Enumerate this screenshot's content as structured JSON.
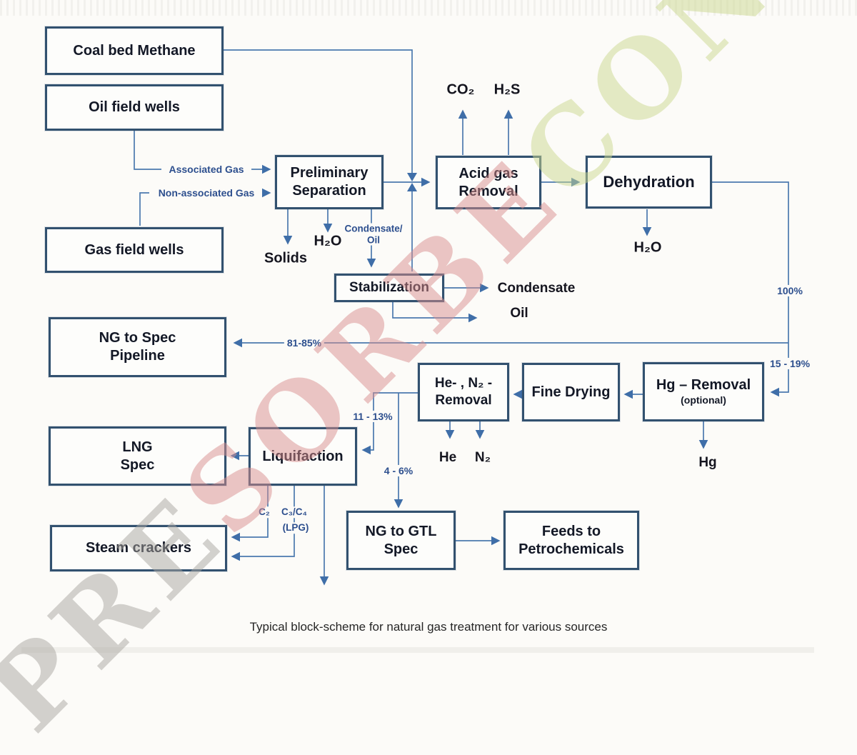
{
  "caption": "Typical block-scheme for natural gas treatment for various sources",
  "watermark": {
    "pre": "PRE",
    "sorbe": "SORBE",
    "con": "CON"
  },
  "colors": {
    "box_border": "#32516f",
    "line": "#4b79ae",
    "flow_label": "#2d4f8e",
    "chem_label": "#15151f",
    "watermark_grey": "#a9a6a1",
    "watermark_red": "#d98f8f",
    "watermark_green": "#ccd98f"
  },
  "boxes": {
    "coal_bed_methane": "Coal bed Methane",
    "oil_field_wells": "Oil field wells",
    "gas_field_wells": "Gas field wells",
    "preliminary_separation": "Preliminary\nSeparation",
    "acid_gas_removal": "Acid gas\nRemoval",
    "dehydration": "Dehydration",
    "stabilization": "Stabilization",
    "ng_to_spec_pipeline": "NG to Spec\nPipeline",
    "he_n2_removal": "He- , N₂ -\nRemoval",
    "fine_drying": "Fine Drying",
    "hg_removal": "Hg – Removal",
    "hg_removal_note": "(optional)",
    "lng_spec": "LNG\nSpec",
    "liquifaction": "Liquifaction",
    "steam_crackers": "Steam crackers",
    "ng_to_gtl_spec": "NG to GTL\nSpec",
    "feeds_to_petrochemicals": "Feeds to\nPetrochemicals"
  },
  "labels": {
    "associated_gas": "Associated Gas",
    "non_associated_gas": "Non-associated Gas",
    "solids": "Solids",
    "h2o_prelim": "H₂O",
    "condensate_oil": "Condensate/\nOil",
    "co2": "CO₂",
    "h2s": "H₂S",
    "h2o_dehydration": "H₂O",
    "condensate": "Condensate",
    "oil": "Oil",
    "pct_81_85": "81-85%",
    "pct_100": "100%",
    "pct_15_19": "15 - 19%",
    "pct_11_13": "11 - 13%",
    "pct_4_6": "4 - 6%",
    "he": "He",
    "n2": "N₂",
    "hg": "Hg",
    "c2": "C₂",
    "c3_c4": "C₃/C₄",
    "lpg": "(LPG)"
  }
}
